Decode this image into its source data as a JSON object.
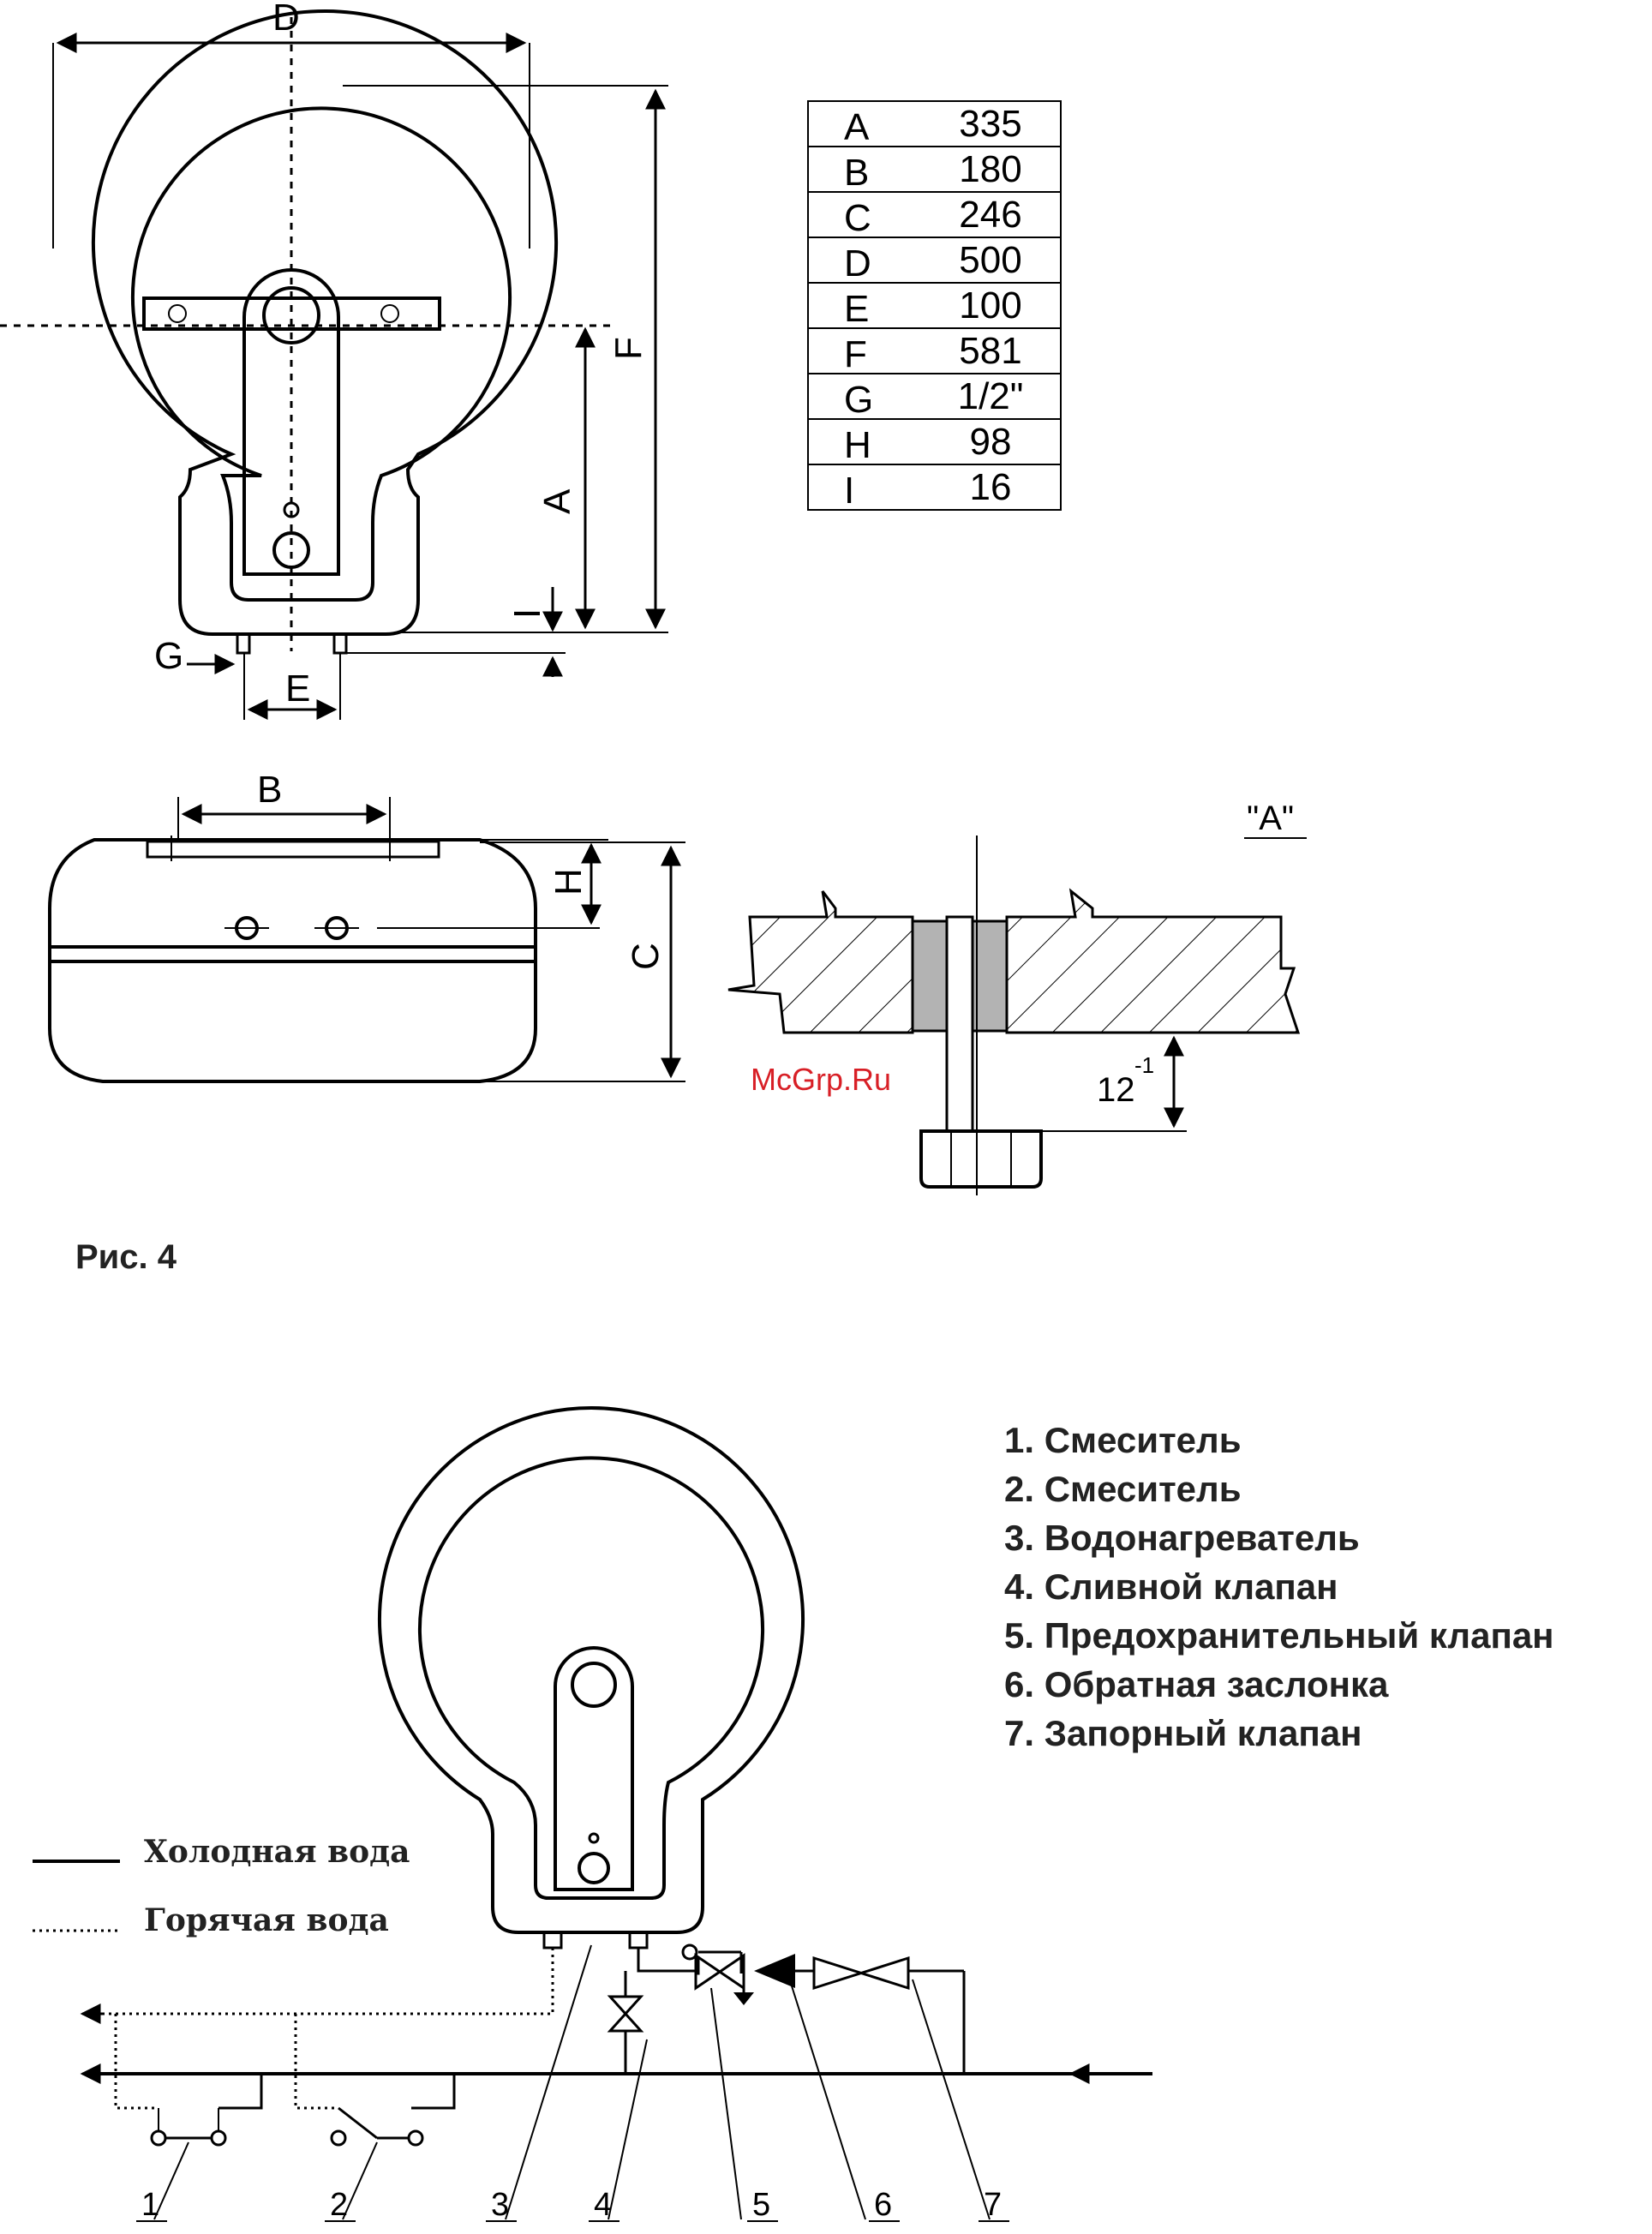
{
  "dimensions_table": [
    {
      "key": "A",
      "value": "335"
    },
    {
      "key": "B",
      "value": "180"
    },
    {
      "key": "C",
      "value": "246"
    },
    {
      "key": "D",
      "value": "500"
    },
    {
      "key": "E",
      "value": "100"
    },
    {
      "key": "F",
      "value": "581"
    },
    {
      "key": "G",
      "value": "1/2\""
    },
    {
      "key": "H",
      "value": "98"
    },
    {
      "key": "I",
      "value": "16"
    }
  ],
  "front_view_labels": {
    "D": "D",
    "F": "F",
    "A": "A",
    "I": "I",
    "G": "G",
    "E": "E"
  },
  "top_view_labels": {
    "B": "B",
    "H": "H",
    "C": "C"
  },
  "detail": {
    "title": "\"A\"",
    "dimension": "12",
    "tolerance": "-1"
  },
  "watermark": "McGrp.Ru",
  "figure_caption": "Рис. 4",
  "legend_items": [
    "1. Смеситель",
    "2. Смеситель",
    "3. Водонагреватель",
    "4. Сливной клапан",
    "5. Предохранительный клапан",
    "6. Обратная заслонка",
    "7. Запорный клапан"
  ],
  "line_legend": {
    "cold": "Холодная вода",
    "hot": "Горячая вода"
  },
  "callout_numbers": [
    "1",
    "2",
    "3",
    "4",
    "5",
    "6",
    "7"
  ]
}
